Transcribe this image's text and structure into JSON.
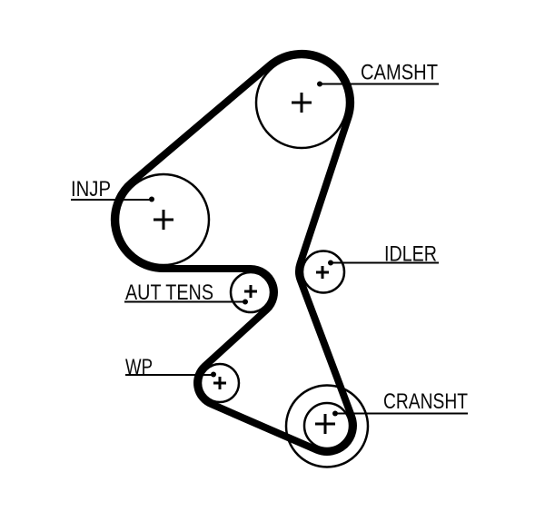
{
  "diagram": {
    "type": "timing-belt-routing",
    "background_color": "#ffffff",
    "line_color": "#000000",
    "pulleys": {
      "camsht": {
        "label": "CAMSHT"
      },
      "injp": {
        "label": "INJP"
      },
      "idler": {
        "label": "IDLER"
      },
      "aut_tens": {
        "label": "AUT TENS"
      },
      "wp": {
        "label": "WP"
      },
      "cransht": {
        "label": "CRANSHT"
      }
    }
  }
}
